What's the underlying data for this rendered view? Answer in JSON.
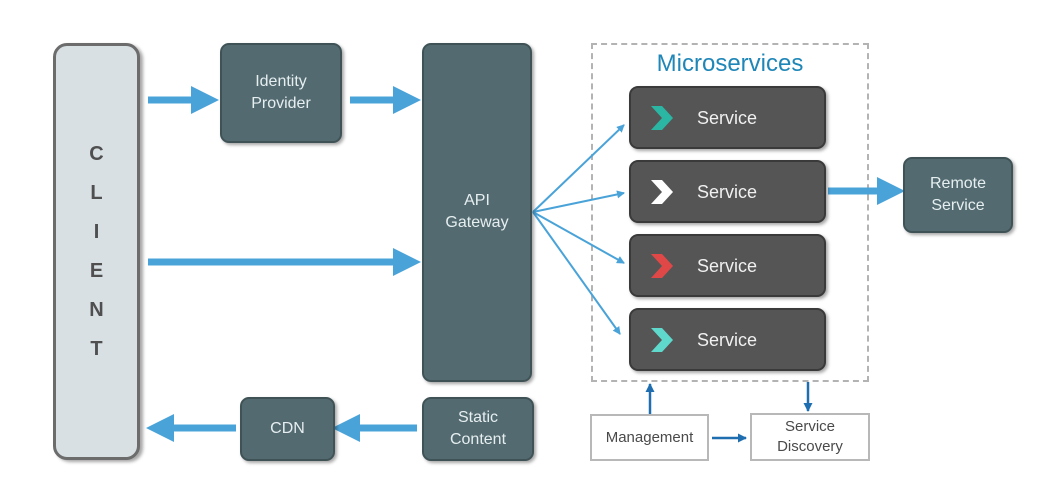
{
  "diagram": {
    "client": {
      "letters": [
        "C",
        "L",
        "I",
        "E",
        "N",
        "T"
      ]
    },
    "identity_provider": {
      "line1": "Identity",
      "line2": "Provider"
    },
    "api_gateway": {
      "line1": "API",
      "line2": "Gateway"
    },
    "cdn": {
      "label": "CDN"
    },
    "static_content": {
      "line1": "Static",
      "line2": "Content"
    },
    "microservices": {
      "title": "Microservices",
      "services": [
        {
          "label": "Service",
          "chevron_color": "#2bb5a3"
        },
        {
          "label": "Service",
          "chevron_color": "#ffffff"
        },
        {
          "label": "Service",
          "chevron_color": "#e04848"
        },
        {
          "label": "Service",
          "chevron_color": "#5ed9cc"
        }
      ]
    },
    "remote_service": {
      "line1": "Remote",
      "line2": "Service"
    },
    "management": {
      "label": "Management"
    },
    "service_discovery": {
      "line1": "Service",
      "line2": "Discovery"
    }
  },
  "colors": {
    "arrow_blue": "#4aa3d8",
    "arrow_dark_blue": "#1f6fb0",
    "teal_box": "#536b70",
    "service_box": "#555555",
    "title_blue": "#1f86b8"
  }
}
